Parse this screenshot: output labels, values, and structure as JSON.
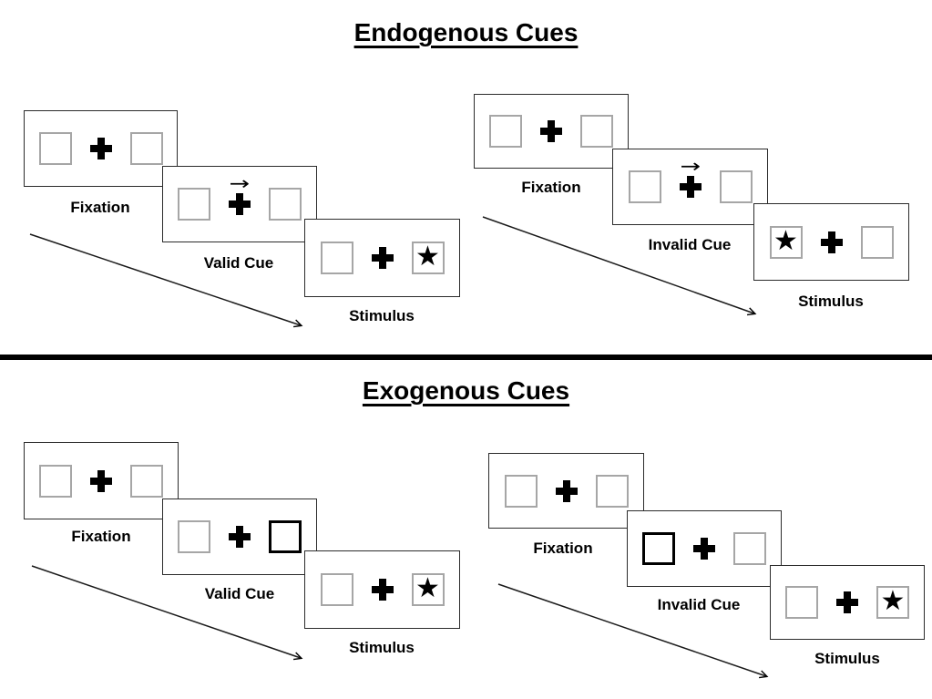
{
  "figure": {
    "sections": [
      {
        "title": "Endogenous Cues",
        "groups": [
          {
            "name": "valid-trial",
            "panels": [
              {
                "label": "Fixation",
                "cue_arrow": false,
                "left_box": "empty",
                "right_box": "empty"
              },
              {
                "label": "Valid Cue",
                "cue_arrow": true,
                "left_box": "empty",
                "right_box": "empty"
              },
              {
                "label": "Stimulus",
                "cue_arrow": false,
                "left_box": "empty",
                "right_box": "star"
              }
            ]
          },
          {
            "name": "invalid-trial",
            "panels": [
              {
                "label": "Fixation",
                "cue_arrow": false,
                "left_box": "empty",
                "right_box": "empty"
              },
              {
                "label": "Invalid Cue",
                "cue_arrow": true,
                "left_box": "empty",
                "right_box": "empty"
              },
              {
                "label": "Stimulus",
                "cue_arrow": false,
                "left_box": "star",
                "right_box": "empty"
              }
            ]
          }
        ]
      },
      {
        "title": "Exogenous Cues",
        "groups": [
          {
            "name": "valid-trial",
            "panels": [
              {
                "label": "Fixation",
                "cue_arrow": false,
                "left_box": "empty",
                "right_box": "empty"
              },
              {
                "label": "Valid Cue",
                "cue_arrow": false,
                "left_box": "empty",
                "right_box": "thick"
              },
              {
                "label": "Stimulus",
                "cue_arrow": false,
                "left_box": "empty",
                "right_box": "star"
              }
            ]
          },
          {
            "name": "invalid-trial",
            "panels": [
              {
                "label": "Fixation",
                "cue_arrow": false,
                "left_box": "empty",
                "right_box": "empty"
              },
              {
                "label": "Invalid Cue",
                "cue_arrow": false,
                "left_box": "thick",
                "right_box": "empty"
              },
              {
                "label": "Stimulus",
                "cue_arrow": false,
                "left_box": "empty",
                "right_box": "star"
              }
            ]
          }
        ]
      }
    ]
  },
  "icons": {
    "star_glyph": "★",
    "cue_arrow_glyph": "→",
    "fixation_cross": "heavy-plus",
    "timeline_arrow": "diagonal-right-down-arrow"
  },
  "colors": {
    "background": "#ffffff",
    "text": "#000000",
    "panel_border": "#2b2b2b",
    "box_border": "#a6a6a6",
    "thick_box_border": "#000000",
    "divider": "#000000"
  }
}
